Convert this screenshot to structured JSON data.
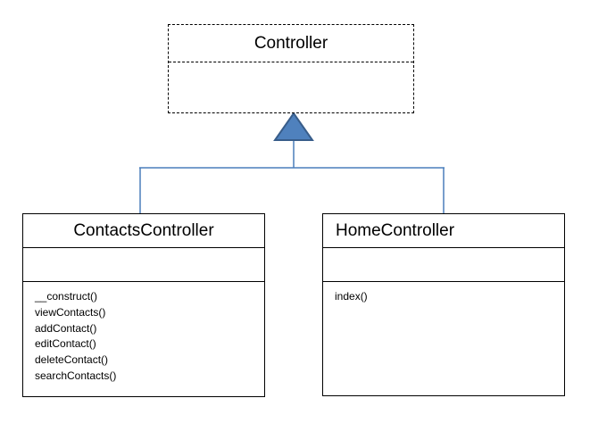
{
  "diagram": {
    "parent": {
      "name": "Controller",
      "attributes": [],
      "methods": []
    },
    "children": [
      {
        "name": "ContactsController",
        "attributes": [],
        "methods": [
          "__construct()",
          "viewContacts()",
          "addContact()",
          "editContact()",
          "deleteContact()",
          "searchContacts()"
        ]
      },
      {
        "name": "HomeController",
        "attributes": [],
        "methods": [
          "index()"
        ]
      }
    ],
    "relationship": "generalization",
    "colors": {
      "connector": "#4a7ebb",
      "arrowhead_fill": "#4f81bd",
      "arrowhead_stroke": "#385d8a",
      "class_border": "#000000"
    }
  }
}
